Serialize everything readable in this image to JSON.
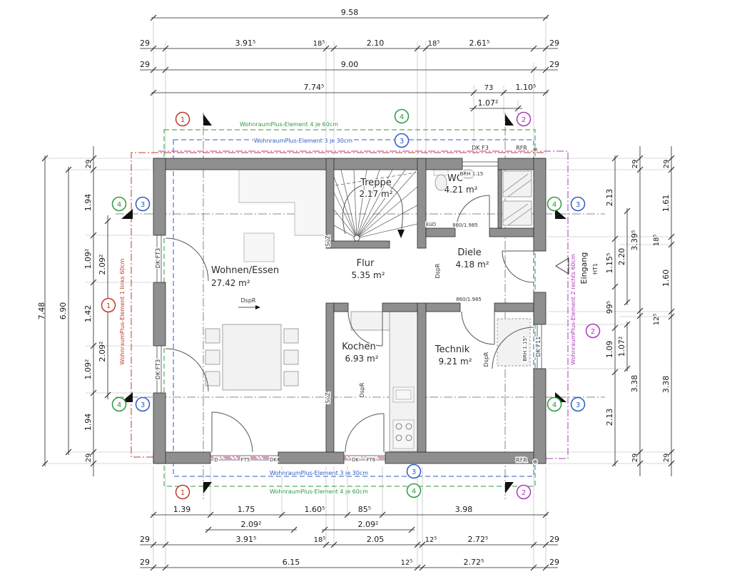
{
  "colors": {
    "wall": "#8f8f8f",
    "element1_red": "#c0392b",
    "element2_magenta": "#a93bb5",
    "element3_blue": "#2e5bc7",
    "element4_green": "#2f9a3e"
  },
  "rooms": [
    {
      "name": "Wohnen/Essen",
      "area": "27.42 m²"
    },
    {
      "name": "Treppe",
      "area": "2.17 m²"
    },
    {
      "name": "WC",
      "area": "4.21 m²"
    },
    {
      "name": "Flur",
      "area": "5.35 m²"
    },
    {
      "name": "Diele",
      "area": "4.18 m²"
    },
    {
      "name": "Kochen",
      "area": "6.93 m²"
    },
    {
      "name": "Technik",
      "area": "9.21 m²"
    }
  ],
  "dims": {
    "top": {
      "total": "9.58",
      "row2": [
        "29",
        "3.91⁵",
        "18⁵",
        "2.10",
        "18⁵",
        "2.61⁵",
        "29"
      ],
      "row3": [
        "29",
        "9.00",
        "29"
      ],
      "row4": [
        "7.74⁵",
        "73",
        "1.10⁵"
      ],
      "row4b": "1.07²"
    },
    "bottom": {
      "row1": [
        "1.39",
        "1.75",
        "1.60⁵",
        "85⁵",
        "3.98"
      ],
      "row2": [
        "2.09²",
        "2.09²"
      ],
      "row3": [
        "29",
        "3.91⁵",
        "18⁵",
        "2.05",
        "12⁵",
        "2.72⁵",
        "29"
      ],
      "row4": [
        "29",
        "6.15",
        "12⁵",
        "2.72⁵",
        "29"
      ]
    },
    "left": {
      "total": "7.48",
      "inner": "6.90",
      "chain": [
        "29",
        "1.94",
        "1.09²",
        "1.42",
        "1.09²",
        "1.94",
        "29"
      ],
      "chain2": [
        "2.09²",
        "2.09²"
      ]
    },
    "right": {
      "c1": [
        "2.13",
        "1.15⁵",
        "99⁵",
        "1.09",
        "2.13"
      ],
      "c2": [
        "29",
        "3.39⁵",
        "2.20",
        "1.07²",
        "3.38",
        "29"
      ],
      "c3": [
        "29",
        "1.61",
        "18⁵",
        "1.60",
        "12⁵",
        "3.38",
        "29"
      ]
    }
  },
  "elements": {
    "e1": {
      "num": "1",
      "label": "WohnraumPlus-Element 1 links 60cm"
    },
    "e2": {
      "num": "2",
      "label": "WohnraumPlus-Element 2 rechts 60cm"
    },
    "e3": {
      "num": "3",
      "label": "WohnraumPlus-Element 3 je 30cm"
    },
    "e4": {
      "num": "4",
      "label": "WohnraumPlus-Element 4 je 60cm"
    }
  },
  "labels": {
    "dk_ft3": "DK FT3",
    "dk_f3": "DK F3",
    "dk_f11": "DK F11",
    "rfr": "RFR",
    "circle_plus": "⊕",
    "d": "D",
    "ft5": "FT5",
    "dk": "DK",
    "ft6": "FT6",
    "brh_wc": "BRH 1.15",
    "brh_technik": "BRH 1.15⁵",
    "door_spec": "860/1.985",
    "dspr": "DspR",
    "suz": "SüZ",
    "eud": "EüD",
    "eingang": "Eingang",
    "ht1": "HT1"
  }
}
